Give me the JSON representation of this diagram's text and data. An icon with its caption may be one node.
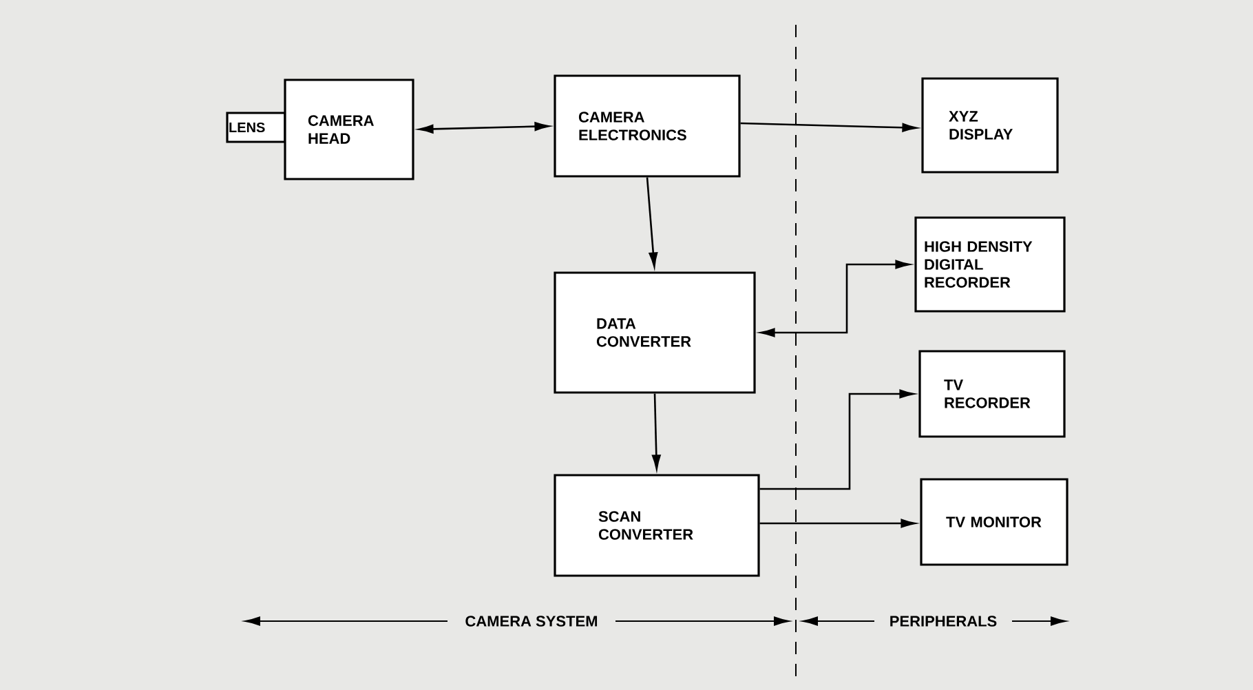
{
  "diagram": {
    "nodes": [
      {
        "text": [
          "LENS"
        ]
      },
      {
        "text": [
          "CAMERA HEAD"
        ]
      },
      {
        "text": [
          "CAMERA ELECTRONICS"
        ]
      },
      {
        "text": [
          "XYZ DISPLAY"
        ]
      },
      {
        "text": [
          "DATA CONVERTER"
        ]
      },
      {
        "text": [
          "HIGH DENSITY DIGITAL RECORDER"
        ]
      },
      {
        "text": [
          "TV RECORDER"
        ]
      },
      {
        "text": [
          "SCAN CONVERTER"
        ]
      },
      {
        "text": [
          "TV MONITOR"
        ]
      }
    ],
    "edges": [
      {
        "from": 1,
        "to": 2,
        "arrow": "both"
      },
      {
        "from": 2,
        "to": 3,
        "arrow": "to"
      },
      {
        "from": 2,
        "to": 4,
        "arrow": "to"
      },
      {
        "from": 4,
        "to": 5,
        "arrow": "both"
      },
      {
        "from": 4,
        "to": 7,
        "arrow": "to"
      },
      {
        "from": 7,
        "to": 6,
        "arrow": "to"
      },
      {
        "from": 7,
        "to": 8,
        "arrow": "to"
      }
    ],
    "labels": [
      "CAMERA SYSTEM",
      "PERIPHERALS"
    ]
  }
}
